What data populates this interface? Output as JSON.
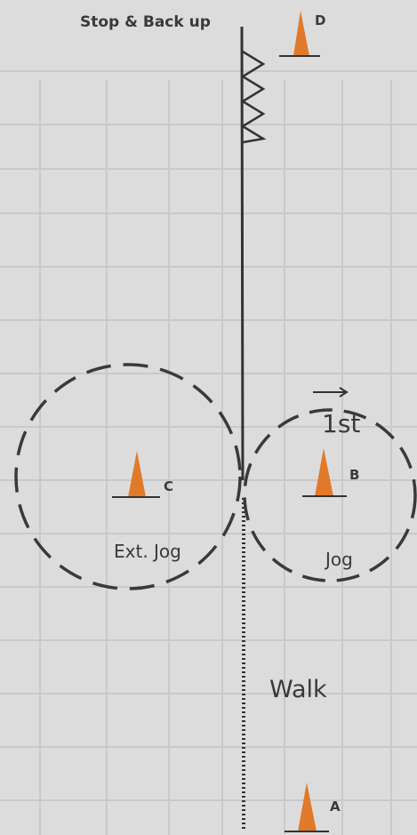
{
  "labels": {
    "stop_back_up": "Stop & Back up",
    "first": "1st",
    "ext_jog": "Ext. Jog",
    "jog": "Jog",
    "walk": "Walk"
  },
  "markers": {
    "a": "A",
    "b": "B",
    "c": "C",
    "d": "D"
  },
  "colors": {
    "background": "#dcdcdc",
    "grid": "#c9c9c9",
    "cone": "#e07a2a",
    "line": "#333333"
  },
  "icons": {
    "cone": "cone-icon",
    "arrow": "right-arrow-icon"
  }
}
